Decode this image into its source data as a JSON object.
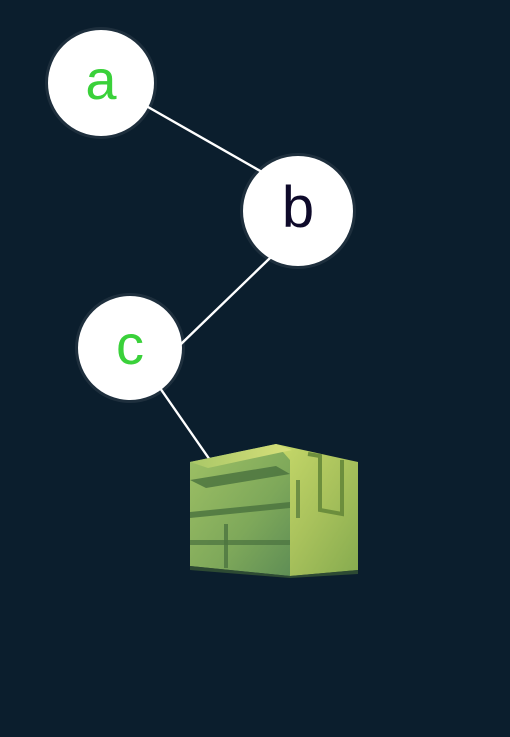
{
  "nodes": {
    "a": {
      "label": "a",
      "color": "#3ad13a"
    },
    "b": {
      "label": "b",
      "color": "#0e0a2a"
    },
    "c": {
      "label": "c",
      "color": "#3ad13a"
    }
  },
  "edges": [
    {
      "from": "a",
      "to": "b"
    },
    {
      "from": "b",
      "to": "c"
    },
    {
      "from": "c",
      "to": "cube"
    }
  ],
  "colors": {
    "background": "#0b1e2d",
    "node_fill": "#ffffff",
    "edge": "#ffffff",
    "cube_light": "#c9d968",
    "cube_mid": "#8bb255",
    "cube_dark": "#5f8a4e"
  },
  "icons": {
    "terminal": "green-block-cube-icon"
  }
}
